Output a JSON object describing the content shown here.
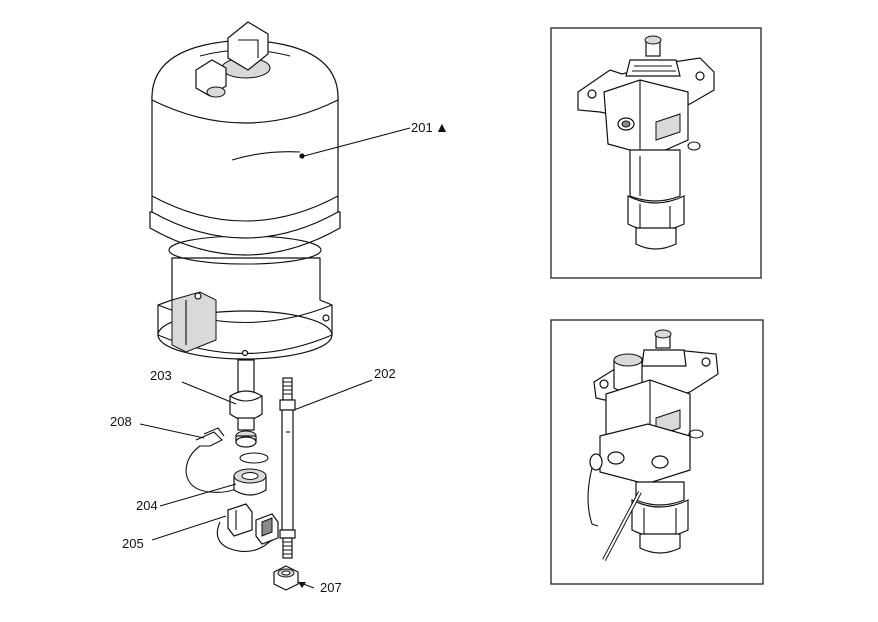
{
  "callouts": {
    "c201": "201",
    "c201_symbol": "▲",
    "c202": "202",
    "c203": "203",
    "c204": "204",
    "c205": "205",
    "c207": "207",
    "c208": "208"
  }
}
